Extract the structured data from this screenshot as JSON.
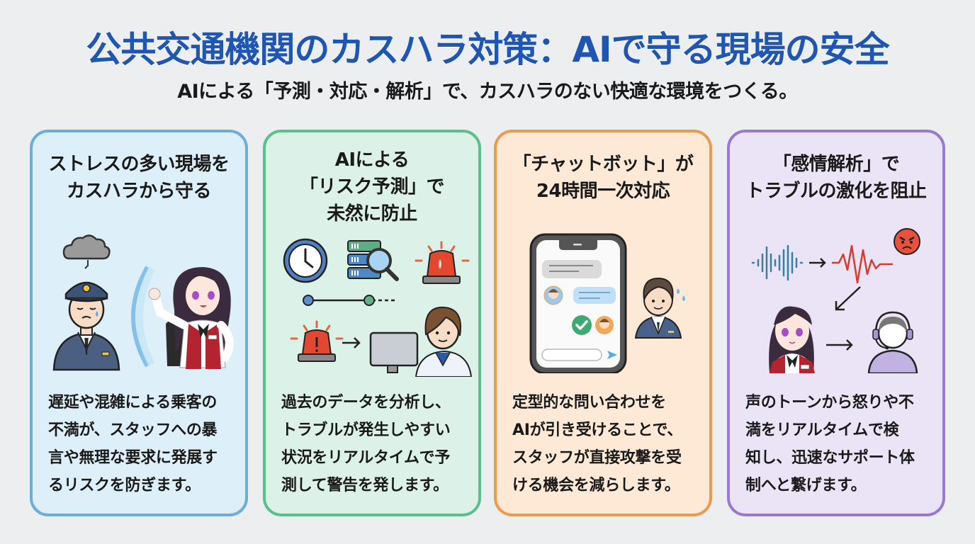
{
  "header": {
    "title": "公共交通機関のカスハラ対策：AIで守る現場の安全",
    "subtitle": "AIによる「予測・対応・解析」で、カスハラのない快適な環境をつくる。"
  },
  "colors": {
    "title": "#1f56b3",
    "card1_border": "#6aaed9",
    "card2_border": "#5cc08d",
    "card3_border": "#ec9a4c",
    "card4_border": "#9a7ad0"
  },
  "cards": [
    {
      "heading_lines": [
        "ストレスの多い現場を",
        "カスハラから守る"
      ],
      "body_lines": [
        "遅延や混雑による乗客の",
        "不満が、スタッフへの暴",
        "言や無理な要求に発展す",
        "るリスクを防ぎます。"
      ],
      "illustration": [
        "cloud-icon",
        "stressed-conductor",
        "shield-barrier",
        "staff-woman-fist"
      ]
    },
    {
      "heading_lines": [
        "AIによる",
        "「リスク予測」で",
        "未然に防止"
      ],
      "body_lines": [
        "過去のデータを分析し、",
        "トラブルが発生しやすい",
        "状況をリアルタイムで予",
        "測して警告を発します。"
      ],
      "illustration": [
        "clock-icon",
        "database-search-icon",
        "siren-icon",
        "timeline",
        "siren-icon",
        "operator-at-computer"
      ]
    },
    {
      "heading_lines": [
        "「チャットボット」が",
        "24時間一次対応"
      ],
      "body_lines": [
        "定型的な問い合わせを",
        "AIが引き受けることで、",
        "スタッフが直接攻撃を受",
        "ける機会を減らします。"
      ],
      "illustration": [
        "smartphone-chat",
        "check-icon",
        "send-icon",
        "relieved-staff"
      ]
    },
    {
      "heading_lines": [
        "「感情解析」で",
        "トラブルの激化を阻止"
      ],
      "body_lines": [
        "声のトーンから怒りや不",
        "満をリアルタイムで検",
        "知し、迅速なサポート体",
        "制へと繋げます。"
      ],
      "illustration": [
        "soundwave-icon",
        "angry-waveform-icon",
        "angry-face-icon",
        "staff-woman",
        "headset-support-icon"
      ]
    }
  ]
}
